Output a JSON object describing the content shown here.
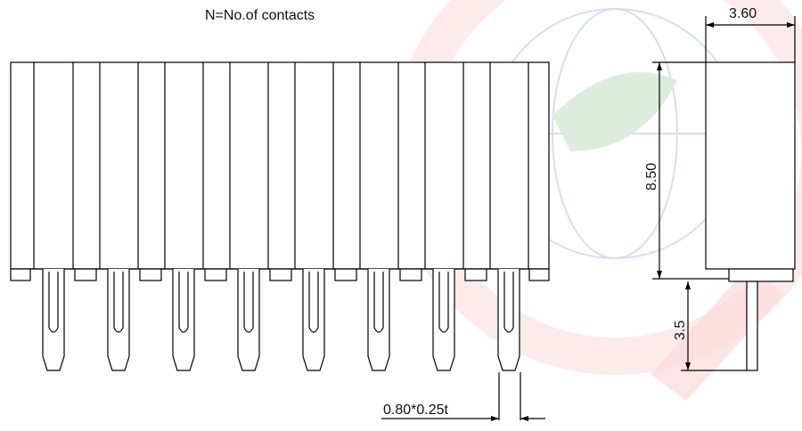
{
  "drawing": {
    "title": "N=No.of contacts",
    "dimensions": {
      "width_top": "3.60",
      "height": "8.50",
      "pin_length": "3.5",
      "pin_size": "0.80*0.25t"
    }
  }
}
